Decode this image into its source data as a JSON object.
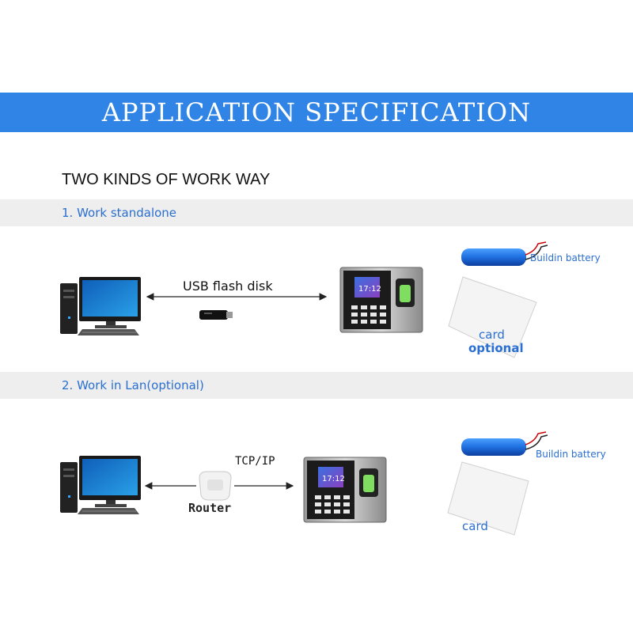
{
  "colors": {
    "banner": "#2f84e6",
    "accent": "#2a6fd1",
    "band": "#eeeeee",
    "arrow": "#222222"
  },
  "banner": {
    "title": "APPLICATION SPECIFICATION"
  },
  "heading": "TWO KINDS OF WORK WAY",
  "standalone": {
    "label": "1. Work standalone",
    "link_label": "USB flash disk",
    "battery_label": "Buildin battery",
    "card_label": "card",
    "card_note": "optional"
  },
  "lan": {
    "label": "2. Work in Lan(optional)",
    "protocol_label": "TCP/IP",
    "router_label": "Router",
    "battery_label": "Buildin battery",
    "card_label": "card"
  },
  "icons": {
    "computer": "desktop-computer-icon",
    "usb": "usb-flash-disk-icon",
    "router": "router-icon",
    "terminal": "time-attendance-terminal-icon",
    "battery": "battery-icon",
    "card": "rfid-card-icon"
  }
}
